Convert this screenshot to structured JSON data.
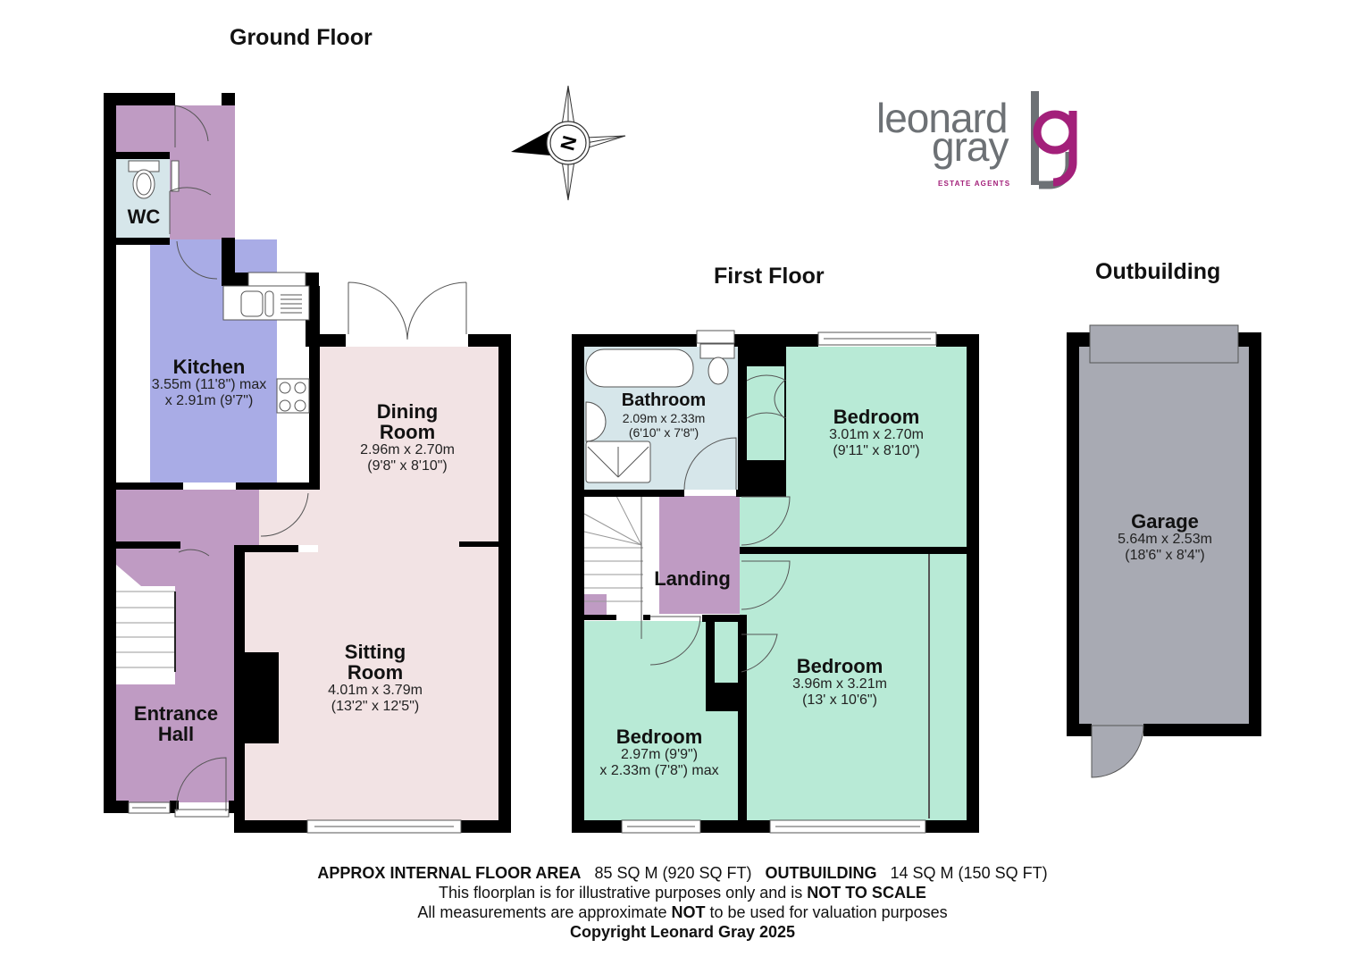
{
  "floors": {
    "ground": {
      "title": "Ground Floor"
    },
    "first": {
      "title": "First Floor"
    },
    "outbuilding": {
      "title": "Outbuilding"
    }
  },
  "rooms": {
    "wc": {
      "name": "WC",
      "color": "#d6e6ea"
    },
    "kitchen": {
      "name": "Kitchen",
      "dim1": "3.55m (11'8\") max",
      "dim2": "x 2.91m (9'7\")",
      "color": "#a9ace6"
    },
    "dining": {
      "name1": "Dining",
      "name2": "Room",
      "dim1": "2.96m x 2.70m",
      "dim2": "(9'8\" x 8'10\")",
      "color": "#f2e3e4"
    },
    "sitting": {
      "name1": "Sitting",
      "name2": "Room",
      "dim1": "4.01m x 3.79m",
      "dim2": "(13'2\" x 12'5\")",
      "color": "#f2e3e4"
    },
    "entrance": {
      "name1": "Entrance",
      "name2": "Hall",
      "color": "#bf9bc3"
    },
    "bathroom": {
      "name": "Bathroom",
      "dim1": "2.09m x 2.33m",
      "dim2": "(6'10\" x 7'8\")",
      "color": "#d6e6ea"
    },
    "landing": {
      "name": "Landing",
      "color": "#bf9bc3"
    },
    "bedroom1": {
      "name": "Bedroom",
      "dim1": "3.01m x 2.70m",
      "dim2": "(9'11\" x 8'10\")",
      "color": "#b8ead6"
    },
    "bedroom2": {
      "name": "Bedroom",
      "dim1": "3.96m x 3.21m",
      "dim2": "(13' x 10'6\")",
      "color": "#b8ead6"
    },
    "bedroom3": {
      "name": "Bedroom",
      "dim1": "2.97m (9'9\")",
      "dim2": "x 2.33m (7'8\") max",
      "color": "#b8ead6"
    },
    "garage": {
      "name": "Garage",
      "dim1": "5.64m x 2.53m",
      "dim2": "(18'6\" x 8'4\")",
      "color": "#a8aab3"
    }
  },
  "compass": {
    "label": "N",
    "icon": "compass-rose-icon"
  },
  "logo": {
    "line1": "leonard",
    "line2": "gray",
    "tagline": "ESTATE AGENTS",
    "gray_color": "#6d7175",
    "magenta_color": "#a3207a"
  },
  "footer": {
    "area_label": "APPROX INTERNAL FLOOR AREA",
    "area_value": "85 SQ M (920 SQ FT)",
    "outbuilding_label": "OUTBUILDING",
    "outbuilding_value": "14 SQ M (150 SQ FT)",
    "disclaimer1_prefix": "This floorplan is for illustrative purposes only and is",
    "disclaimer1_bold": "NOT TO SCALE",
    "disclaimer2_prefix": "All measurements are approximate",
    "disclaimer2_bold": "NOT",
    "disclaimer2_suffix": "to be used for valuation purposes",
    "copyright": "Copyright Leonard Gray 2025"
  },
  "colors": {
    "wall": "#000000",
    "hall_purple": "#bf9bc3",
    "kitchen_blue": "#a9ace6",
    "reception_pink": "#f2e3e4",
    "bedroom_green": "#b8ead6",
    "wet_room_blue": "#d6e6ea",
    "garage_gray": "#a8aab3"
  }
}
